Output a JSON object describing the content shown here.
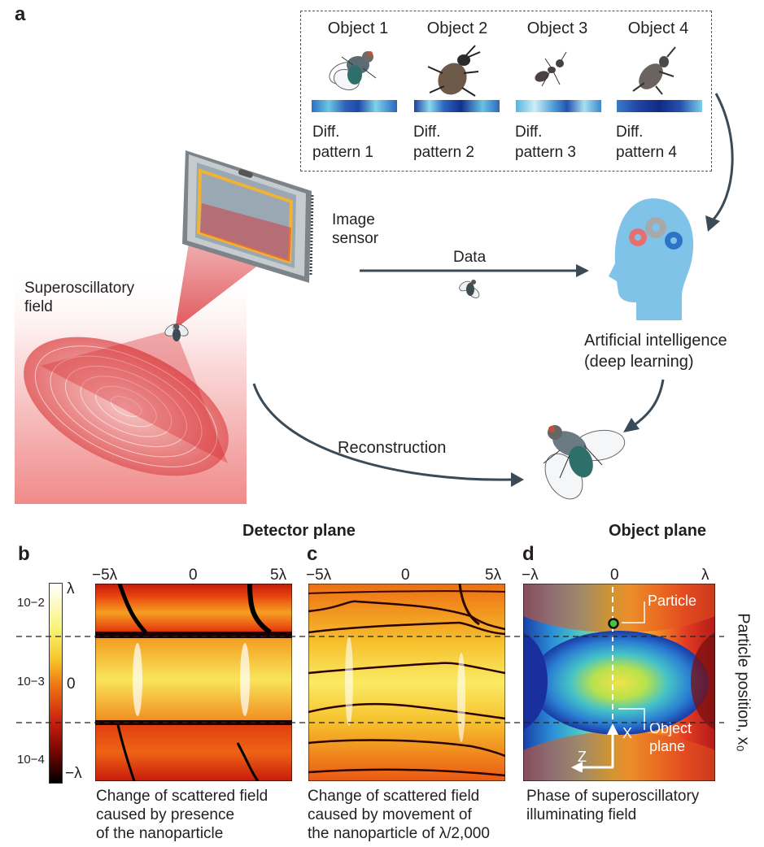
{
  "panel_a": {
    "letter": "a",
    "objects": [
      {
        "name": "Object 1",
        "diff": [
          "Diff.",
          "pattern 1"
        ]
      },
      {
        "name": "Object 2",
        "diff": [
          "Diff.",
          "pattern 2"
        ]
      },
      {
        "name": "Object 3",
        "diff": [
          "Diff.",
          "pattern 3"
        ]
      },
      {
        "name": "Object 4",
        "diff": [
          "Diff.",
          "pattern 4"
        ]
      }
    ],
    "image_sensor": [
      "Image",
      "sensor"
    ],
    "superoscillatory_field": [
      "Superoscillatory",
      "field"
    ],
    "data_label": "Data",
    "ai_label": [
      "Artificial intelligence",
      "(deep learning)"
    ],
    "reconstruction_label": "Reconstruction"
  },
  "panel_b": {
    "letter": "b",
    "colorbar_ticks": [
      "λ",
      "0",
      "−λ"
    ],
    "y_ticks": [
      "10−2",
      "10−3",
      "10−4"
    ],
    "x_ticks": [
      "−5λ",
      "0",
      "5λ"
    ],
    "caption": [
      "Change of scattered field",
      "caused by presence",
      "of the nanoparticle"
    ]
  },
  "panel_c": {
    "letter": "c",
    "x_ticks": [
      "−5λ",
      "0",
      "5λ"
    ],
    "caption": [
      "Change of scattered field",
      "caused by movement of",
      "the nanoparticle of λ/2,000"
    ]
  },
  "panel_d": {
    "letter": "d",
    "x_ticks": [
      "−λ",
      "0",
      "λ"
    ],
    "particle_label": "Particle",
    "object_plane_label": [
      "Object",
      "plane"
    ],
    "axis_x": "X",
    "axis_z": "Z",
    "right_axis_label": "Particle position, x₀",
    "caption": [
      "Phase of superoscillatory",
      "illuminating field"
    ]
  },
  "titles": {
    "detector_plane": "Detector plane",
    "object_plane": "Object plane"
  },
  "colors": {
    "arrow": "#3b4a57",
    "red_beam": "#d7262b",
    "sensor_frame": "#f2b233",
    "ai_head": "#7fc4e8"
  }
}
